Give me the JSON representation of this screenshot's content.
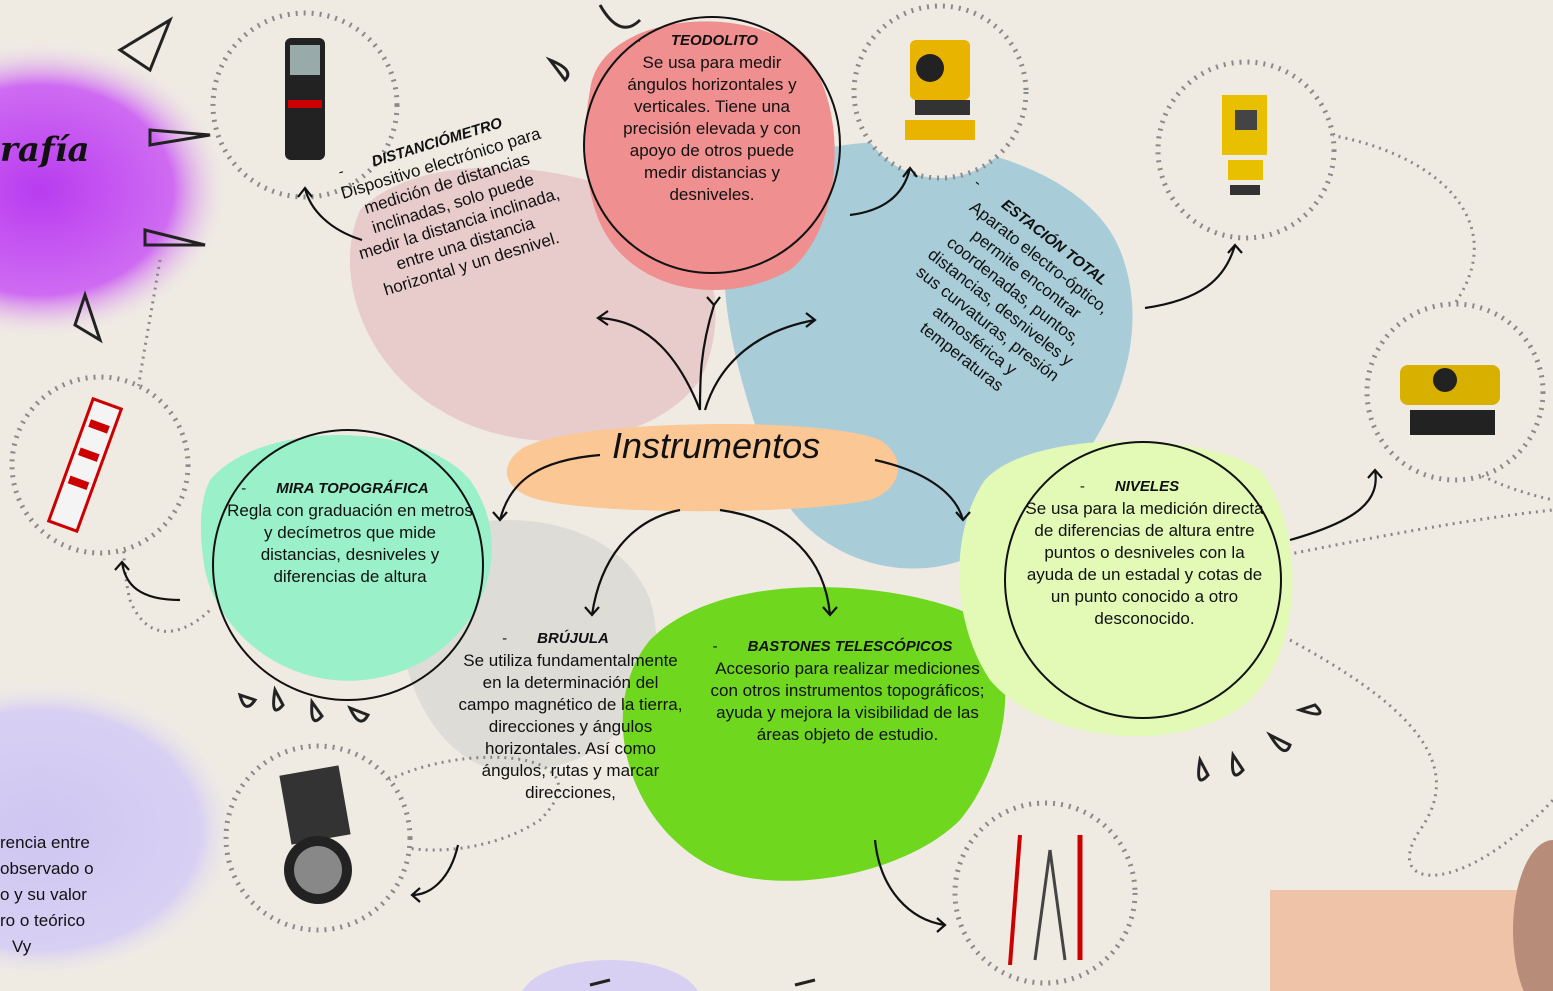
{
  "corner_title": "rafía",
  "center": "Instrumentos",
  "nodes": {
    "teodolito": {
      "title": "TEODOLITO",
      "body": "Se usa para medir ángulos horizontales y verticales. Tiene una precisión elevada y con apoyo de otros puede medir distancias y desniveles."
    },
    "distanciometro": {
      "title": "DISTANCIÓMETRO",
      "body": "Dispositivo electrónico para medición de distancias inclinadas, solo puede medir la distancia inclinada, entre una distancia horizontal y un desnivel."
    },
    "estacion_total": {
      "title": "ESTACIÓN TOTAL",
      "body": "Aparato electro-óptico, permite encontrar coordenadas, puntos, distancias, desniveles y sus curvaturas, presión atmosférica y temperaturas"
    },
    "mira": {
      "title": "MIRA TOPOGRÁFICA",
      "body": "Regla con graduación en metros y decímetros que mide distancias, desniveles y diferencias de altura"
    },
    "niveles": {
      "title": "NIVELES",
      "body": "Se usa para la medición directa de diferencias de altura entre puntos o desniveles con la ayuda de un estadal y cotas de un punto conocido a otro desconocido."
    },
    "brujula": {
      "title": "BRÚJULA",
      "body": "Se utiliza fundamentalmente en la determinación del campo magnético de la tierra, direcciones y ángulos horizontales. Así como ángulos, rutas y marcar direcciones,"
    },
    "bastones": {
      "title": "BASTONES TELESCÓPICOS",
      "body": "Accesorio para realizar mediciones con otros instrumentos topográficos; ayuda y mejora la visibilidad de las áreas objeto de estudio."
    }
  },
  "side_note": {
    "l1": "rencia entre",
    "l2": "observado o",
    "l3": "o y su valor",
    "l4": "ro o teórico",
    "l5": "Vy"
  },
  "colors": {
    "teodolito": "#ef8f8f",
    "mira": "#9af0c8",
    "niveles": "#e3fab7",
    "center": "#fbc794",
    "green": "#6fd81e",
    "blue": "#9cc8d6",
    "pink": "#e7c2c2",
    "purple": "#c54bf0"
  }
}
